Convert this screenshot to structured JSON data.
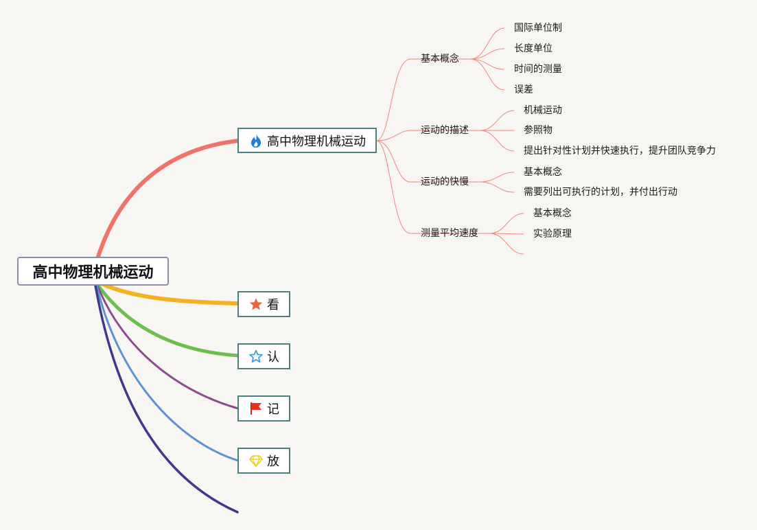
{
  "root": {
    "title": "高中物理机械运动"
  },
  "branches": [
    {
      "label": "高中物理机械运动",
      "icon": "flame-icon",
      "color": "#f0736a"
    },
    {
      "label": "看",
      "icon": "star-filled-icon",
      "color": "#f4b223"
    },
    {
      "label": "认",
      "icon": "star-outline-icon",
      "color": "#6cbf4f"
    },
    {
      "label": "记",
      "icon": "flag-icon",
      "color": "#8c4a8f"
    },
    {
      "label": "放",
      "icon": "diamond-icon",
      "color": "#5b93d3"
    }
  ],
  "extra_branch_color": "#3d3a8c",
  "subtopics": [
    {
      "label": "基本概念",
      "leaves": [
        "国际单位制",
        "长度单位",
        "时间的测量",
        "误差"
      ]
    },
    {
      "label": "运动的描述",
      "leaves": [
        "机械运动",
        "参照物",
        "提出针对性计划并快速执行，提升团队竞争力"
      ]
    },
    {
      "label": "运动的快慢",
      "leaves": [
        "基本概念",
        "需要列出可执行的计划，并付出行动"
      ]
    },
    {
      "label": "测量平均速度",
      "leaves": [
        "基本概念",
        "实验原理"
      ]
    }
  ]
}
